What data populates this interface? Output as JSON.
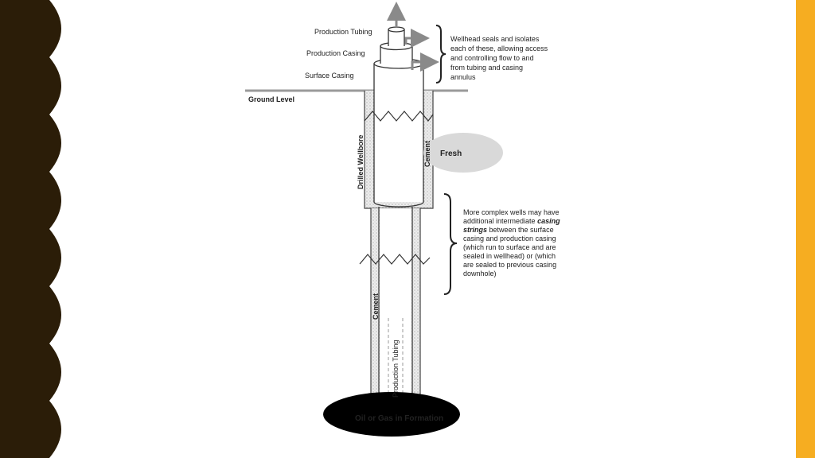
{
  "colors": {
    "left_border": "#2b1d08",
    "right_bar": "#f6ad21",
    "background": "#ffffff",
    "cement": "#e6e6e6",
    "fresh_ellipse": "#d9d9d9",
    "formation": "#000000"
  },
  "labels": {
    "production_tubing_top": "Production Tubing",
    "production_casing": "Production Casing",
    "surface_casing": "Surface Casing",
    "ground_level": "Ground Level",
    "drilled_wellbore": "Drilled Wellbore",
    "cement_upper": "Cement",
    "fresh": "Fresh",
    "cement_lower": "Cement",
    "production_tubing_vertical": "Production Tubing",
    "formation": "Oil or Gas in Formation"
  },
  "notes": {
    "wellhead": [
      "Wellhead seals and isolates",
      "each of these, allowing access",
      "and controlling flow to and",
      "from tubing and casing",
      "annulus"
    ],
    "casing_strings": {
      "line1": "More complex wells may have",
      "line2_normal": "additional intermediate ",
      "line2_emph": "casing",
      "line3_emph": "strings",
      "line3_normal": " between the surface",
      "line4": "casing and production casing",
      "line5": "(which run to surface and are",
      "line6": "sealed in wellhead) or (which",
      "line7": "are sealed to previous casing",
      "line8": "downhole)"
    }
  }
}
